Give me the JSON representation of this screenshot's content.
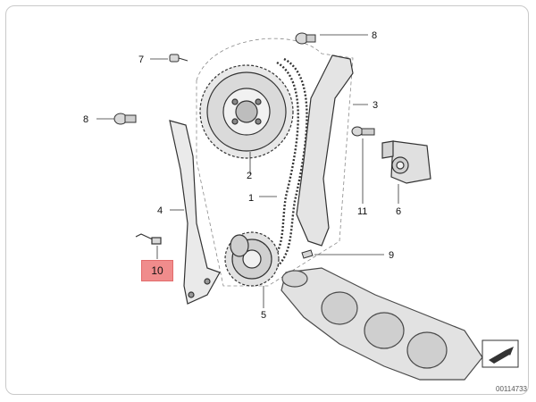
{
  "diagram": {
    "callouts": [
      "1",
      "2",
      "3",
      "4",
      "5",
      "6",
      "7",
      "8",
      "8",
      "9",
      "10",
      "11"
    ],
    "highlighted_callout": "10",
    "reference_number": "00114733",
    "accent_color": "#f08c8c"
  }
}
